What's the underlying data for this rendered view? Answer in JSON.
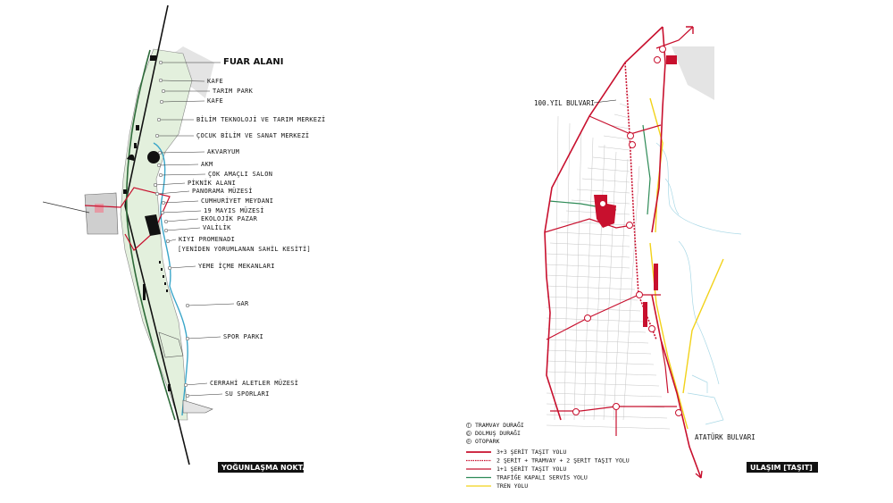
{
  "left_map": {
    "title": "YOĞUNLAŞMA NOKTALARI",
    "labels": [
      {
        "text": "FUAR ALANI",
        "big": true
      },
      {
        "text": "KAFE"
      },
      {
        "text": "TARIM PARK"
      },
      {
        "text": "KAFE"
      },
      {
        "text": "BİLİM TEKNOLOJİ VE TARIM MERKEZİ"
      },
      {
        "text": "ÇOCUK BİLİM VE SANAT MERKEZİ"
      },
      {
        "text": "AKVARYUM"
      },
      {
        "text": "AKM"
      },
      {
        "text": "ÇOK AMAÇLI SALON"
      },
      {
        "text": "PİKNİK ALANI"
      },
      {
        "text": "PANORAMA MÜZESİ"
      },
      {
        "text": "CUMHURİYET MEYDANI"
      },
      {
        "text": "19 MAYIS MÜZESİ"
      },
      {
        "text": "EKOLOJİK PAZAR"
      },
      {
        "text": "VALİLİK"
      },
      {
        "text": "KIYI PROMENADI"
      },
      {
        "text": "[YENİDEN YORUMLANAN SAHİL KESİTİ]"
      },
      {
        "text": "YEME İÇME MEKANLARI"
      },
      {
        "text": "GAR"
      },
      {
        "text": "SPOR PARKI"
      },
      {
        "text": "CERRAHİ ALETLER MÜZESİ"
      },
      {
        "text": "SU SPORLARI"
      }
    ]
  },
  "right_map": {
    "title": "ULAŞIM [TAŞIT]",
    "road_names": {
      "north": "100.YIL BULVARI",
      "south": "ATATÜRK BULVARI"
    },
    "legend_points": [
      {
        "symbol": "T",
        "text": "TRAMVAY DURAĞI"
      },
      {
        "symbol": "D",
        "text": "DOLMUŞ DURAĞI"
      },
      {
        "symbol": "P",
        "text": "OTOPARK"
      }
    ],
    "legend_lines": [
      {
        "text": "3+3 ŞERİT TAŞIT YOLU",
        "color": "#c8102e",
        "style": "solid-thick"
      },
      {
        "text": "2 ŞERİT + TRAMVAY + 2 ŞERİT TAŞIT YOLU",
        "color": "#c8102e",
        "style": "dotted"
      },
      {
        "text": "1+1 ŞERİT TAŞIT YOLU",
        "color": "#c8102e",
        "style": "solid-thin"
      },
      {
        "text": "TRAFİĞE KAPALI SERVİS YOLU",
        "color": "#2e8b57",
        "style": "solid-thin"
      },
      {
        "text": "TREN YOLU",
        "color": "#f2d21a",
        "style": "solid-thin"
      }
    ]
  },
  "colors": {
    "road_red": "#c8102e",
    "green_park": "#e3f0dd",
    "coast_blue": "#3aa6c9",
    "service_green": "#2e8b57",
    "rail_yellow": "#f2d21a",
    "sea_line": "#a9d8e6"
  }
}
